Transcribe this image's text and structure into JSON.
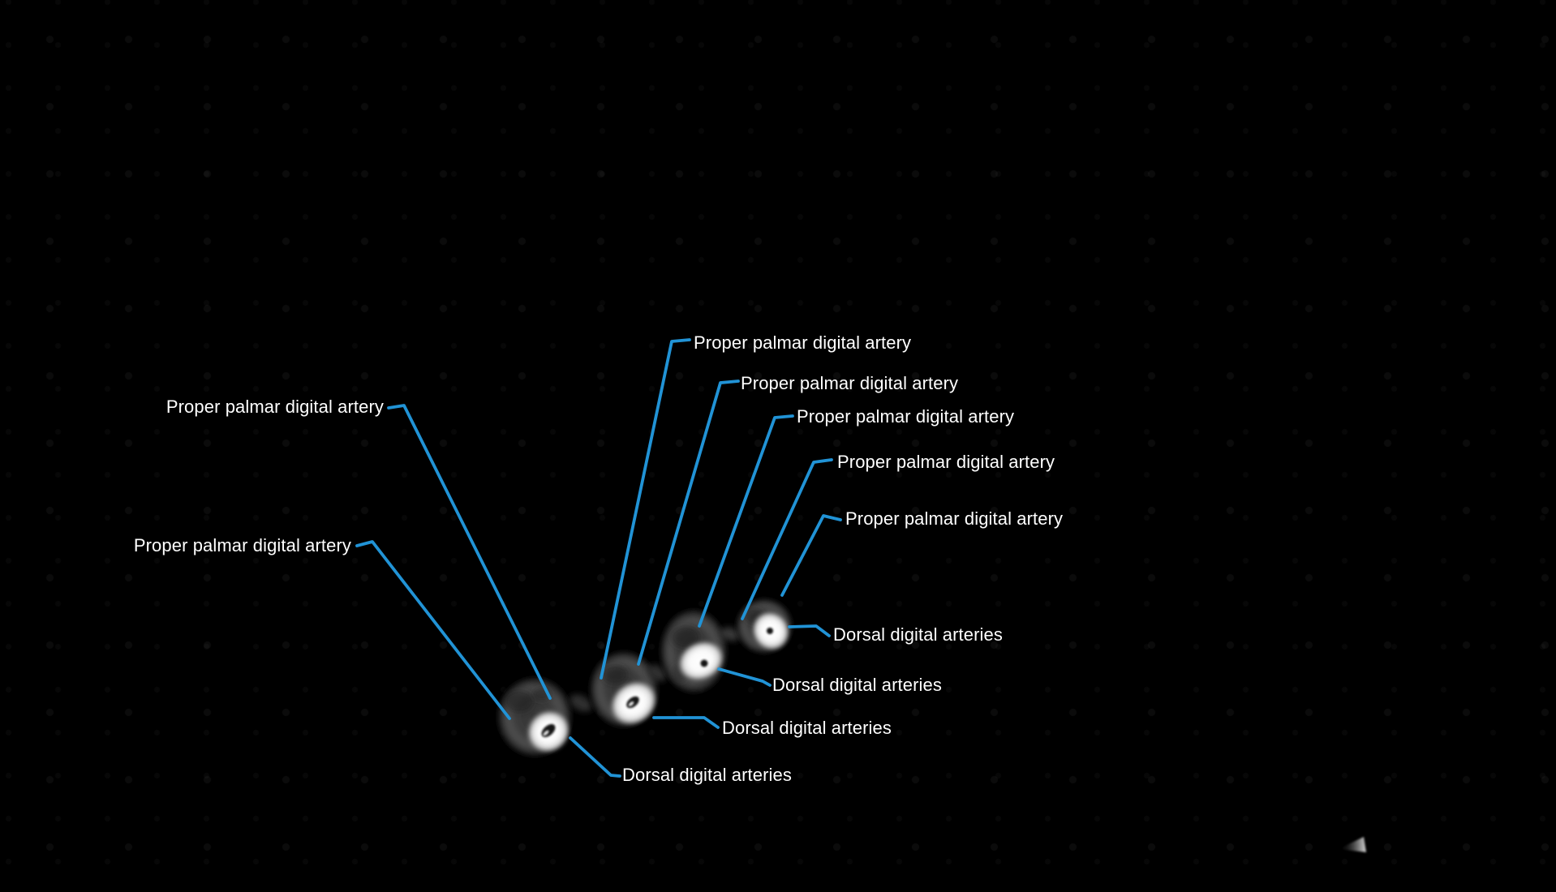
{
  "figure": {
    "description": "Axial CT cross-sections of four fingers with labeled digital arteries",
    "background_color": "#000000",
    "leader_line_color": "#2193d6",
    "label_text_color": "#ffffff"
  },
  "annotations": [
    {
      "text": "Proper palmar digital artery"
    },
    {
      "text": "Proper palmar digital artery"
    },
    {
      "text": "Proper palmar digital artery"
    },
    {
      "text": "Proper palmar digital artery"
    },
    {
      "text": "Proper palmar digital artery"
    },
    {
      "text": "Proper palmar digital artery"
    },
    {
      "text": "Proper palmar digital artery"
    },
    {
      "text": "Dorsal digital arteries"
    },
    {
      "text": "Dorsal digital arteries"
    },
    {
      "text": "Dorsal digital arteries"
    },
    {
      "text": "Dorsal digital arteries"
    }
  ]
}
